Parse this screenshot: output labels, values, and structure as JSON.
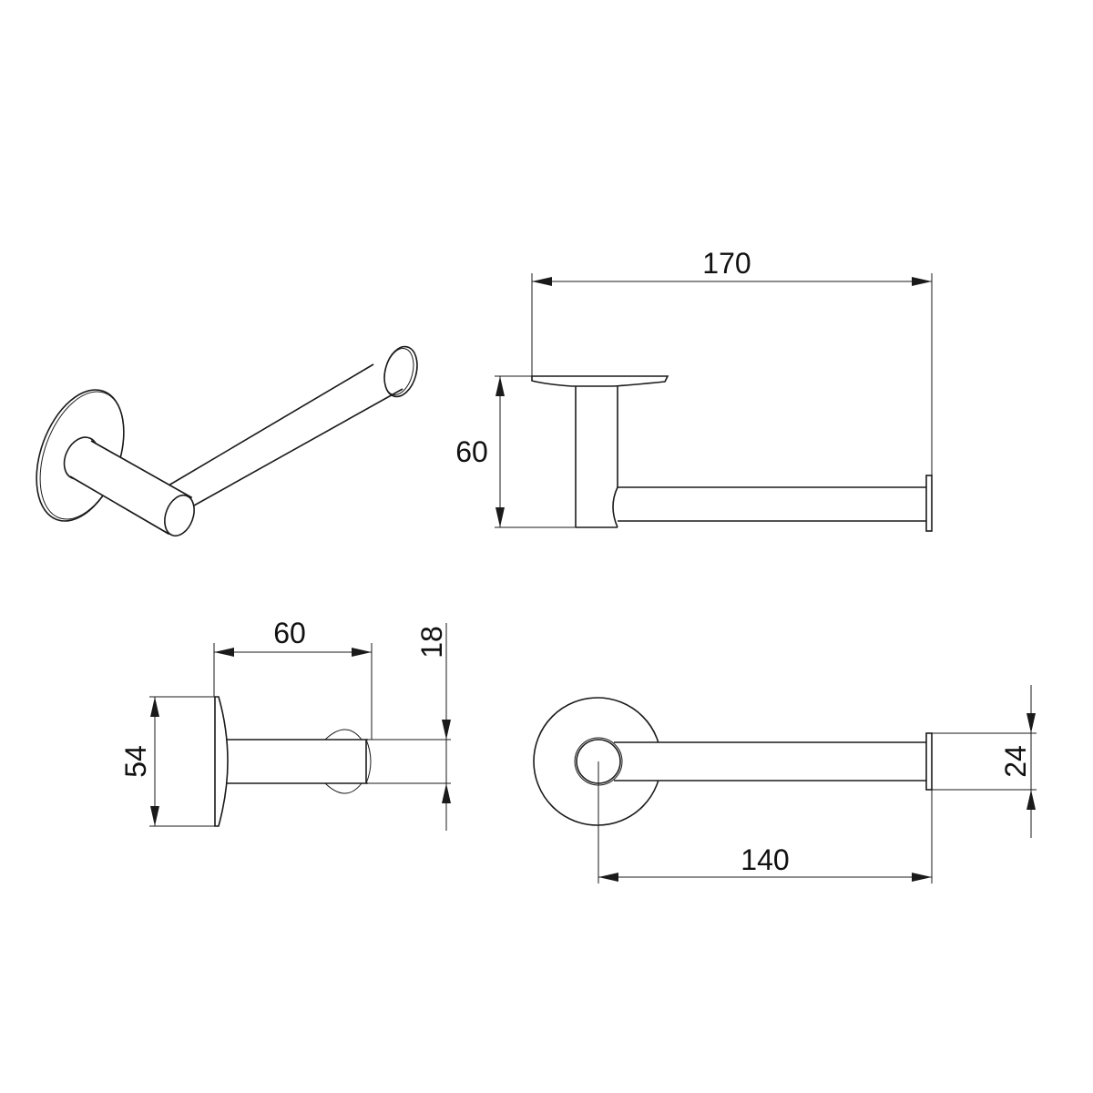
{
  "drawing": {
    "subject": "toilet paper holder",
    "line_color": "#1a1a1a",
    "background": "#ffffff",
    "views": [
      {
        "id": "isometric",
        "label": "isometric view"
      },
      {
        "id": "top",
        "label": "top view"
      },
      {
        "id": "side",
        "label": "side view"
      },
      {
        "id": "front",
        "label": "front view"
      }
    ]
  },
  "dimensions": {
    "top_width": "170",
    "top_depth": "60",
    "side_depth": "60",
    "side_rod_dia": "18",
    "side_plate_dia": "54",
    "front_length": "140",
    "front_end_cap": "24"
  }
}
